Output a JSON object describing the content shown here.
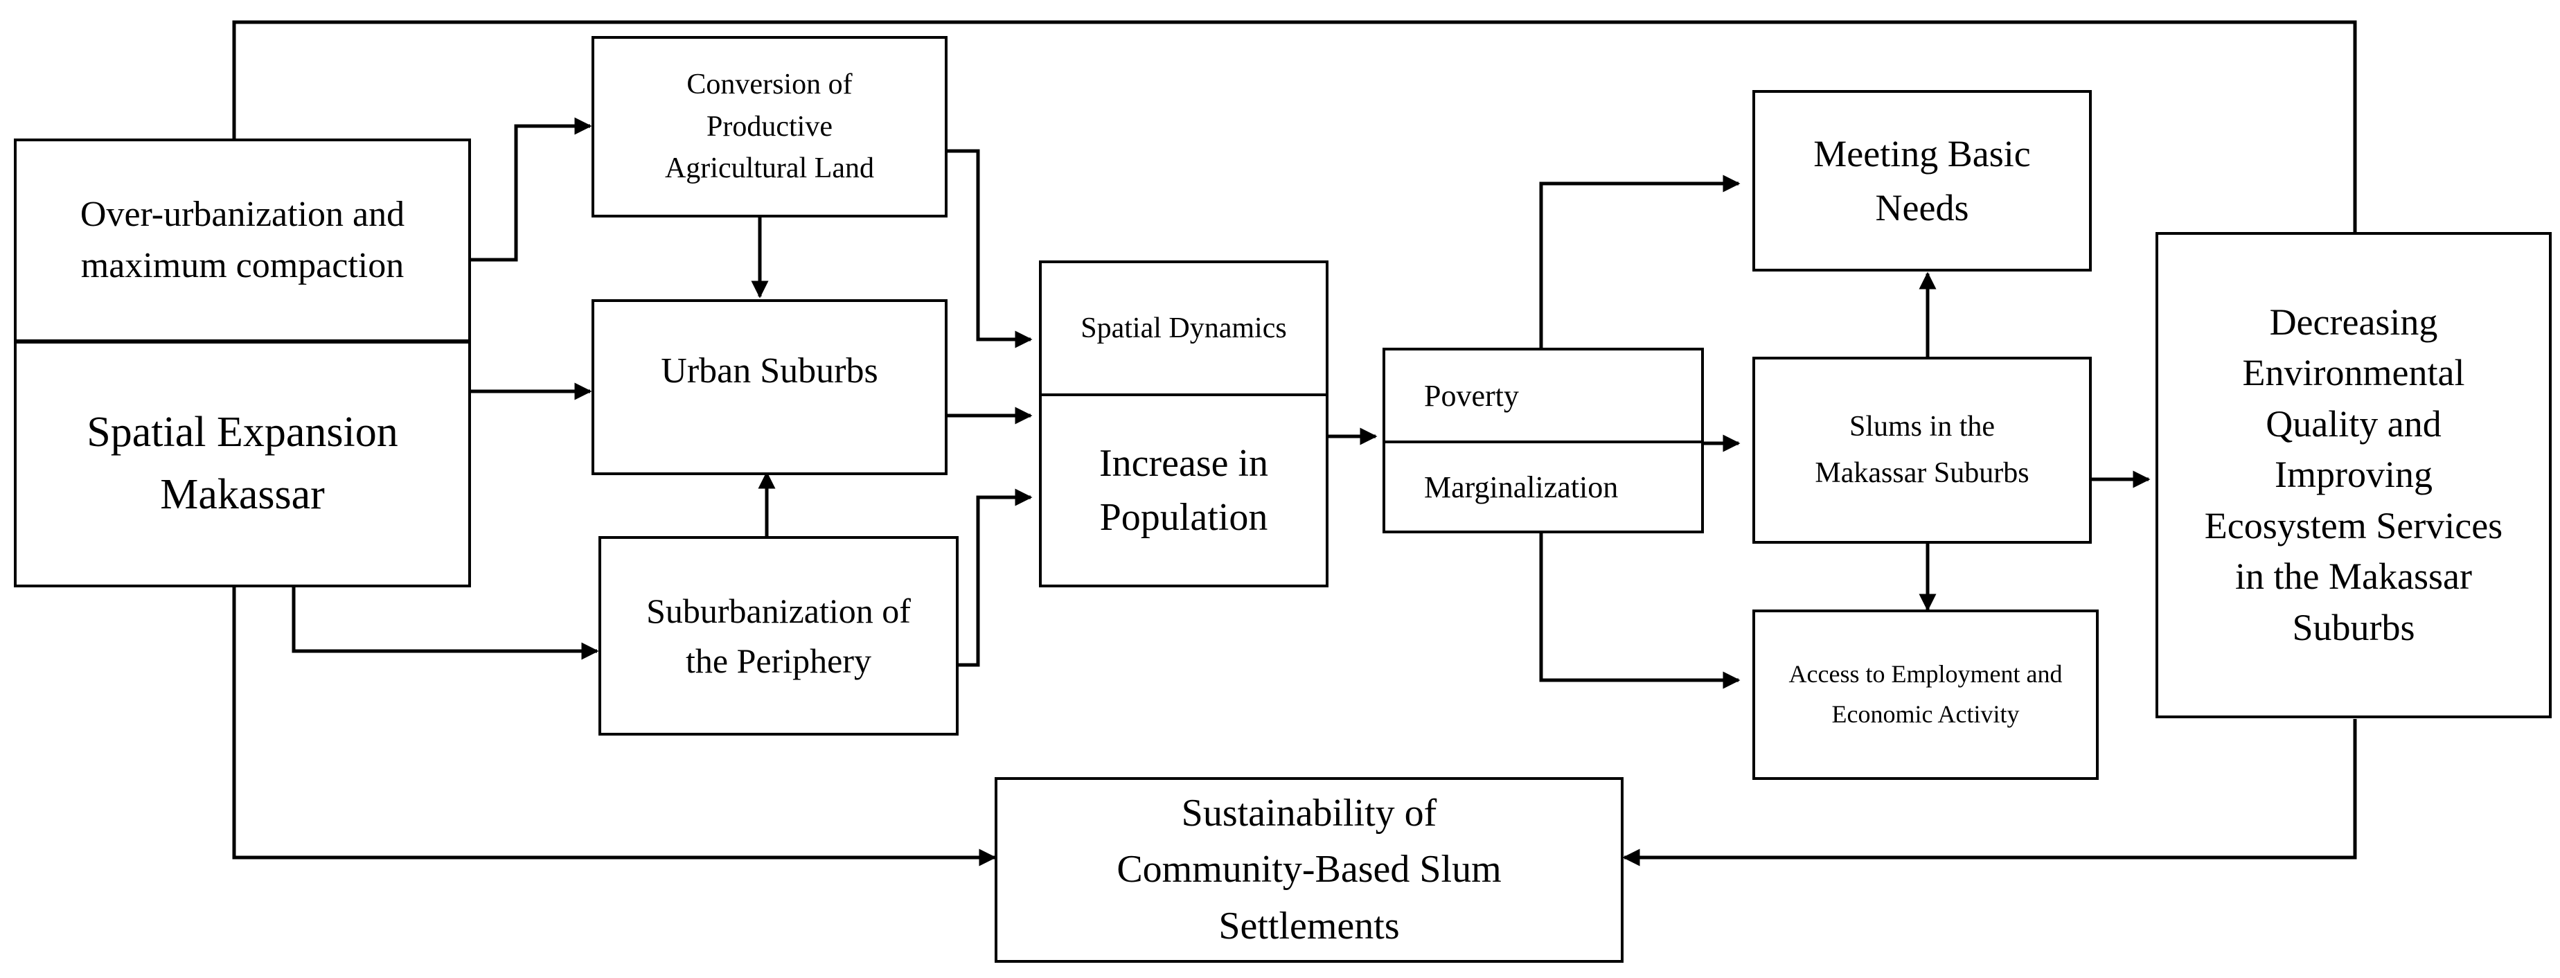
{
  "nodes": {
    "over_urbanization": "Over-urbanization and maximum compaction",
    "spatial_expansion": "Spatial Expansion Makassar",
    "conversion": "Conversion of Productive Agricultural Land",
    "urban_suburbs": "Urban Suburbs",
    "suburbanization": "Suburbanization of the Periphery",
    "spatial_dynamics": "Spatial Dynamics",
    "increase_population": "Increase in Population",
    "poverty": "Poverty",
    "marginalization": "Marginalization",
    "meeting_needs": "Meeting Basic Needs",
    "slums": "Slums in the Makassar Suburbs",
    "access_employment": "Access to Employment and Economic Activity",
    "decreasing_quality": "Decreasing Environmental Quality and Improving Ecosystem Services in the Makassar Suburbs",
    "sustainability": "Sustainability of Community-Based Slum Settlements"
  }
}
